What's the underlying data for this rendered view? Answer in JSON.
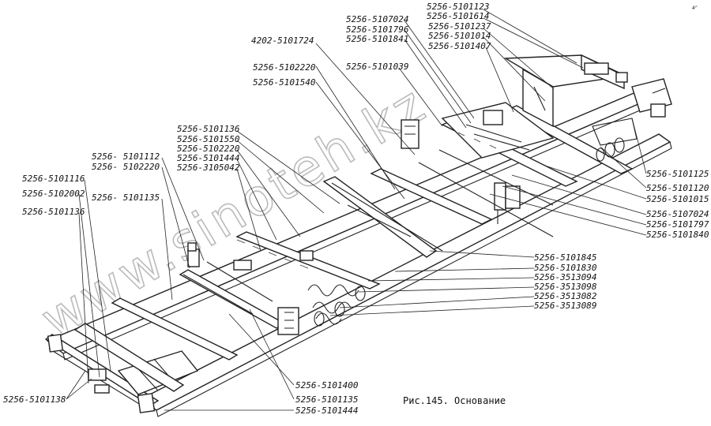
{
  "corner_note": "4ᴾ",
  "watermark": "www.sinoteh.kz",
  "caption": "Рис.145. Основание",
  "labels": {
    "l01": "5256-5101123",
    "l02": "5256-5101614",
    "l03": "5256-5101237",
    "l04": "5256-5101014",
    "l05": "5256-5101407",
    "l06": "5256-5107024",
    "l07": "5256-5101796",
    "l08": "5256-5101841",
    "l09": "4202-5101724",
    "l10": "5256-5101039",
    "l11": "5256-5102220",
    "l12": "5256-5101540",
    "l13": "5256-5101136",
    "l14": "5256-5101550",
    "l15": "5256-5102220",
    "l16": "5256-5101444",
    "l17": "5256-3105042",
    "l18": "5256- 5101112",
    "l19": "5256- 5102220",
    "l20": "5256-5101116",
    "l21": "5256-5102002",
    "l22": "5256-5101136",
    "l23": "5256- 5101135",
    "l24": "5256-5101125",
    "l25": "5256-5101120",
    "l26": "5256-5101015",
    "l27": "5256-5107024",
    "l28": "5256-5101797",
    "l29": "5256-5101840",
    "l30": "5256-5101845",
    "l31": "5256-5101830",
    "l32": "5256-3513094",
    "l33": "5256-3513098",
    "l34": "5256-3513082",
    "l35": "5256-3513089",
    "l36": "5256-5101400",
    "l37": "5256-5101135",
    "l38": "5256-5101444",
    "l39": "5256-5101138"
  }
}
